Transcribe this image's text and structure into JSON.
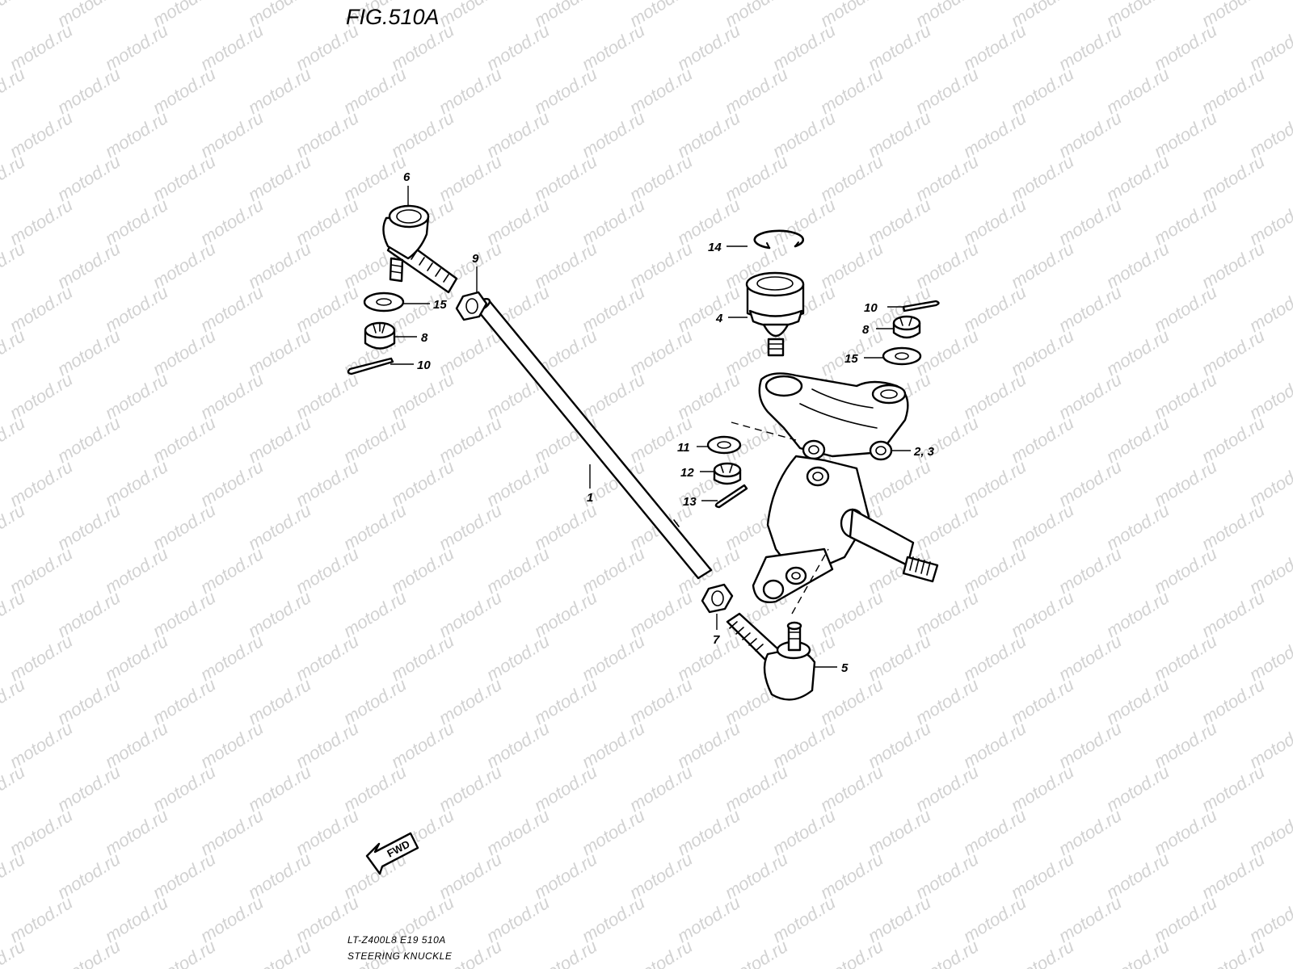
{
  "figure": {
    "title": "FIG.510A",
    "model_code": "LT-Z400L8  E19  510A",
    "section_name": "STEERING KNUCKLE",
    "watermark": "motod.ru",
    "fwd_label": "FWD"
  },
  "callouts": {
    "tie_rod": "1",
    "knuckle": "2, 3",
    "ball_joint": "4",
    "tie_rod_end_lower": "5",
    "tie_rod_end_upper": "6",
    "lock_nut_lower": "7",
    "castle_nut_left": "8",
    "castle_nut_right": "8",
    "lock_nut_upper": "9",
    "cotter_pin_left": "10",
    "cotter_pin_right": "10",
    "washer_11": "11",
    "nut_12": "12",
    "cotter_pin_13": "13",
    "circlip": "14",
    "washer_left": "15",
    "washer_right": "15"
  }
}
